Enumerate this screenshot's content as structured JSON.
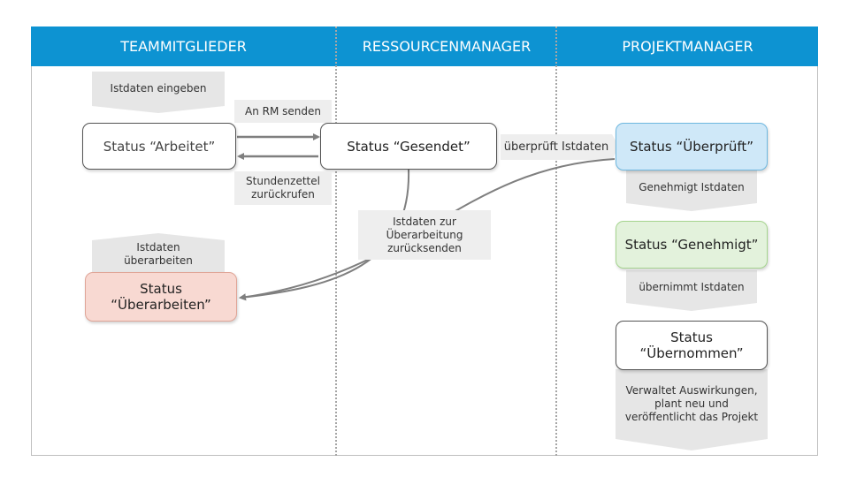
{
  "colors": {
    "header": "#0d93d2",
    "status_checked_fill": "#cfe8f8",
    "status_checked_border": "#6fb8e0",
    "status_approved_fill": "#e3f2dc",
    "status_approved_border": "#a6d58f",
    "status_rework_fill": "#f8d9d2",
    "status_rework_border": "#e0a597",
    "arrow": "#7f7f7f",
    "label_fill": "#eeeeee"
  },
  "lanes": [
    {
      "title": "TEAMMITGLIEDER"
    },
    {
      "title": "RESSOURCENMANAGER"
    },
    {
      "title": "PROJEKTMANAGER"
    }
  ],
  "steps": {
    "enter_actuals": "Istdaten eingeben",
    "rework_actuals": "Istdaten überarbeiten",
    "approve_actuals": "Genehmigt Istdaten",
    "accept_actuals": "übernimmt Istdaten",
    "manage_impacts": "Verwaltet Auswirkungen, plant neu und veröffentlicht das Projekt"
  },
  "statuses": {
    "working": "Status “Arbeitet”",
    "sent": "Status “Gesendet”",
    "checked": "Status “Überprüft”",
    "approved": "Status “Genehmigt”",
    "rework": "Status “Überarbeiten”",
    "accepted": "Status “Übernommen”"
  },
  "connectors": {
    "send_to_rm": "An RM senden",
    "recall_timesheet": "Stundenzettel zurückrufen",
    "checks_actuals": "überprüft Istdaten",
    "return_for_rework": "Istdaten zur Überarbeitung zurücksenden"
  }
}
